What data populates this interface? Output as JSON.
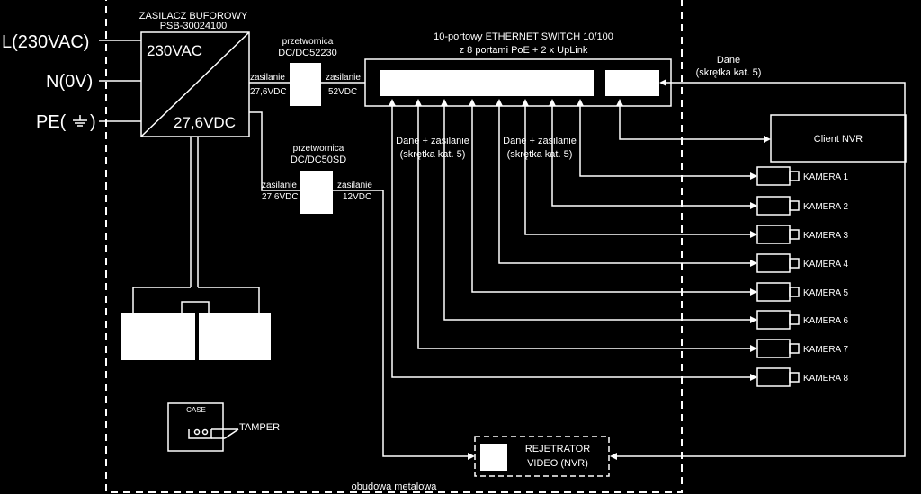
{
  "inputs": {
    "l": "L(230VAC)",
    "n": "N(0V)",
    "pe": "PE(",
    "pe_close": ")"
  },
  "psu": {
    "title1": "ZASILACZ BUFOROWY",
    "title2": "PSB-30024100",
    "in_label": "230VAC",
    "out_label": "27,6VDC"
  },
  "conv1": {
    "title1": "przetwornica",
    "title2": "DC/DC52230",
    "in_label1": "zasilanie",
    "in_label2": "27,6VDC",
    "out_label1": "zasilanie",
    "out_label2": "52VDC"
  },
  "conv2": {
    "title1": "przetwornica",
    "title2": "DC/DC50SD",
    "in_label1": "zasilanie",
    "in_label2": "27,6VDC",
    "out_label1": "zasilanie",
    "out_label2": "12VDC"
  },
  "switch": {
    "title1": "10-portowy  ETHERNET SWITCH 10/100",
    "title2": "z 8 portami PoE + 2 x UpLink"
  },
  "poe_group1": {
    "line1": "Dane + zasilanie",
    "line2": "(skrętka kat. 5)"
  },
  "poe_group2": {
    "line1": "Dane + zasilanie",
    "line2": "(skrętka kat. 5)"
  },
  "data_link": {
    "line1": "Dane",
    "line2": "(skrętka kat. 5)"
  },
  "client_nvr": "Client NVR",
  "cameras": [
    "KAMERA 1",
    "KAMERA 2",
    "KAMERA 3",
    "KAMERA 4",
    "KAMERA 5",
    "KAMERA 6",
    "KAMERA 7",
    "KAMERA 8"
  ],
  "case_label": "CASE",
  "tamper": "TAMPER",
  "recorder": {
    "line1": "REJETRATOR",
    "line2": "VIDEO (NVR)"
  },
  "enclosure": "obudowa metalowa"
}
